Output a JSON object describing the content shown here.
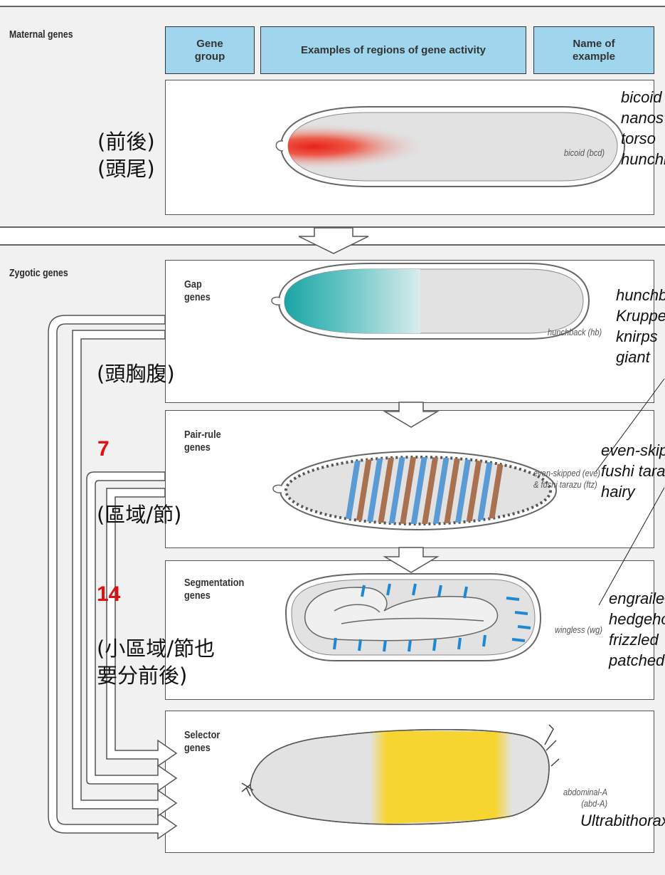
{
  "sections": {
    "maternal_title": "Maternal genes",
    "zygotic_title": "Zygotic genes"
  },
  "header": {
    "gene_group": "Gene\ngroup",
    "examples": "Examples of regions of gene activity",
    "name_of_example": "Name of\nexample"
  },
  "maternal": {
    "example": "bicoid (bcd)",
    "list": "bicoid\nnanos\ntorso\nhunchback",
    "note": "(前後)\n(頭尾)"
  },
  "gap": {
    "label": "Gap\ngenes",
    "example": "hunchback (hb)",
    "list": "hunchback\nKruppel\nknirps\ngiant",
    "note": "(頭胸腹)"
  },
  "pair_rule": {
    "label": "Pair-rule\ngenes",
    "example": "even-skipped (eve)\n& fushi tarazu (ftz)",
    "list": "even-skipped\nfushi tarazu\nhairy",
    "note": "(區域/節)",
    "count": "7"
  },
  "segmentation": {
    "label": "Segmentation\ngenes",
    "example": "wingless (wg)",
    "list": "engrailed\nhedgehog\nfrizzled\npatched",
    "note": "(小區域/節也\n要分前後)",
    "count": "14"
  },
  "selector": {
    "label": "Selector\ngenes",
    "example": "abdominal-A\n(abd-A)",
    "list": "Ultrabithorax"
  },
  "colors": {
    "header_fill": "#9fd6ee",
    "bicoid": "#e8221a",
    "gap": "#1aa9a9",
    "eve_stripe": "#5b9bd5",
    "ftz_stripe": "#a9714f",
    "wingless": "#1e88d2",
    "abd_a": "#f7d530",
    "count_text": "#e01010"
  }
}
